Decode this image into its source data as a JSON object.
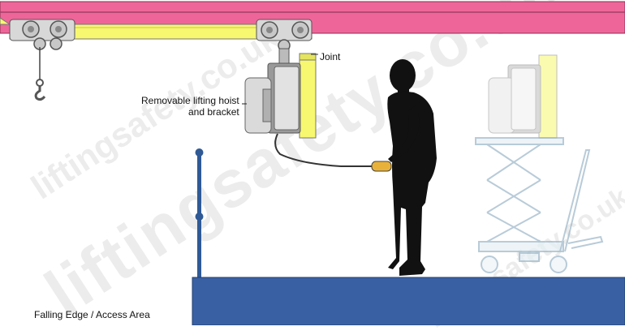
{
  "labels": {
    "joint": "Joint",
    "hoist_line1": "Removable lifting hoist",
    "hoist_line2": "and bracket",
    "edge": "Falling Edge / Access Area"
  },
  "watermark": {
    "main": "liftingsafety.co.uk",
    "secondary": "liftingsafety.co.uk",
    "small": "liftingsafety.co.uk"
  },
  "colors": {
    "beam": "#ee6699",
    "rail": "#f8f870",
    "floor": "#3a60a4",
    "guard_post": "#2f5a96",
    "silhouette": "#111111",
    "pendant": "#e8b23a"
  }
}
